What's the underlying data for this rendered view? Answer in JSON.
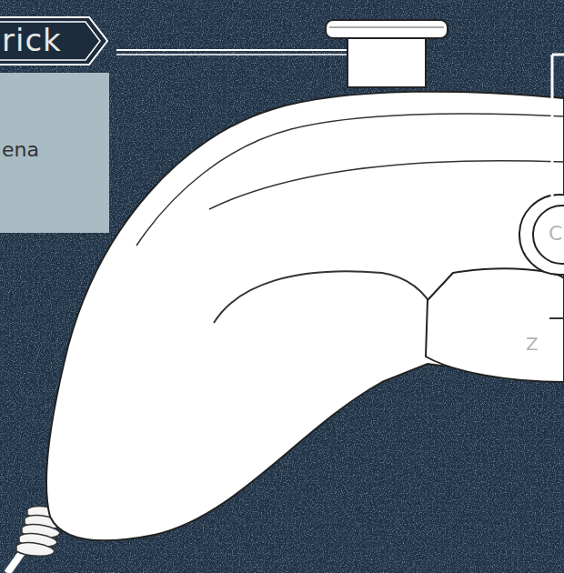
{
  "diagram": {
    "nodes": [
      {
        "text": [
          "rick"
        ]
      },
      {
        "text": [
          "ena"
        ]
      }
    ],
    "labels": [
      "C",
      "Z"
    ]
  }
}
